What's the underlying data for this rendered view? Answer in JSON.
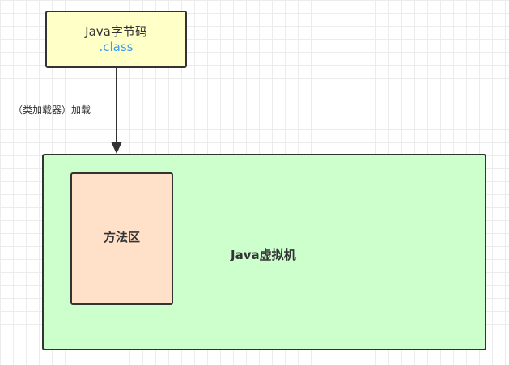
{
  "nodes": {
    "bytecode": {
      "title": "Java字节码",
      "extension": ".class"
    },
    "jvm": {
      "label": "Java虚拟机"
    },
    "method_area": {
      "label": "方法区"
    }
  },
  "edges": {
    "load": {
      "label": "（类加载器）加载"
    }
  },
  "colors": {
    "bytecode_fill": "#ffffc8",
    "extension_text": "#3e9bef",
    "jvm_fill": "#ccffcc",
    "method_area_fill": "#ffe0c8",
    "stroke": "#333333"
  }
}
